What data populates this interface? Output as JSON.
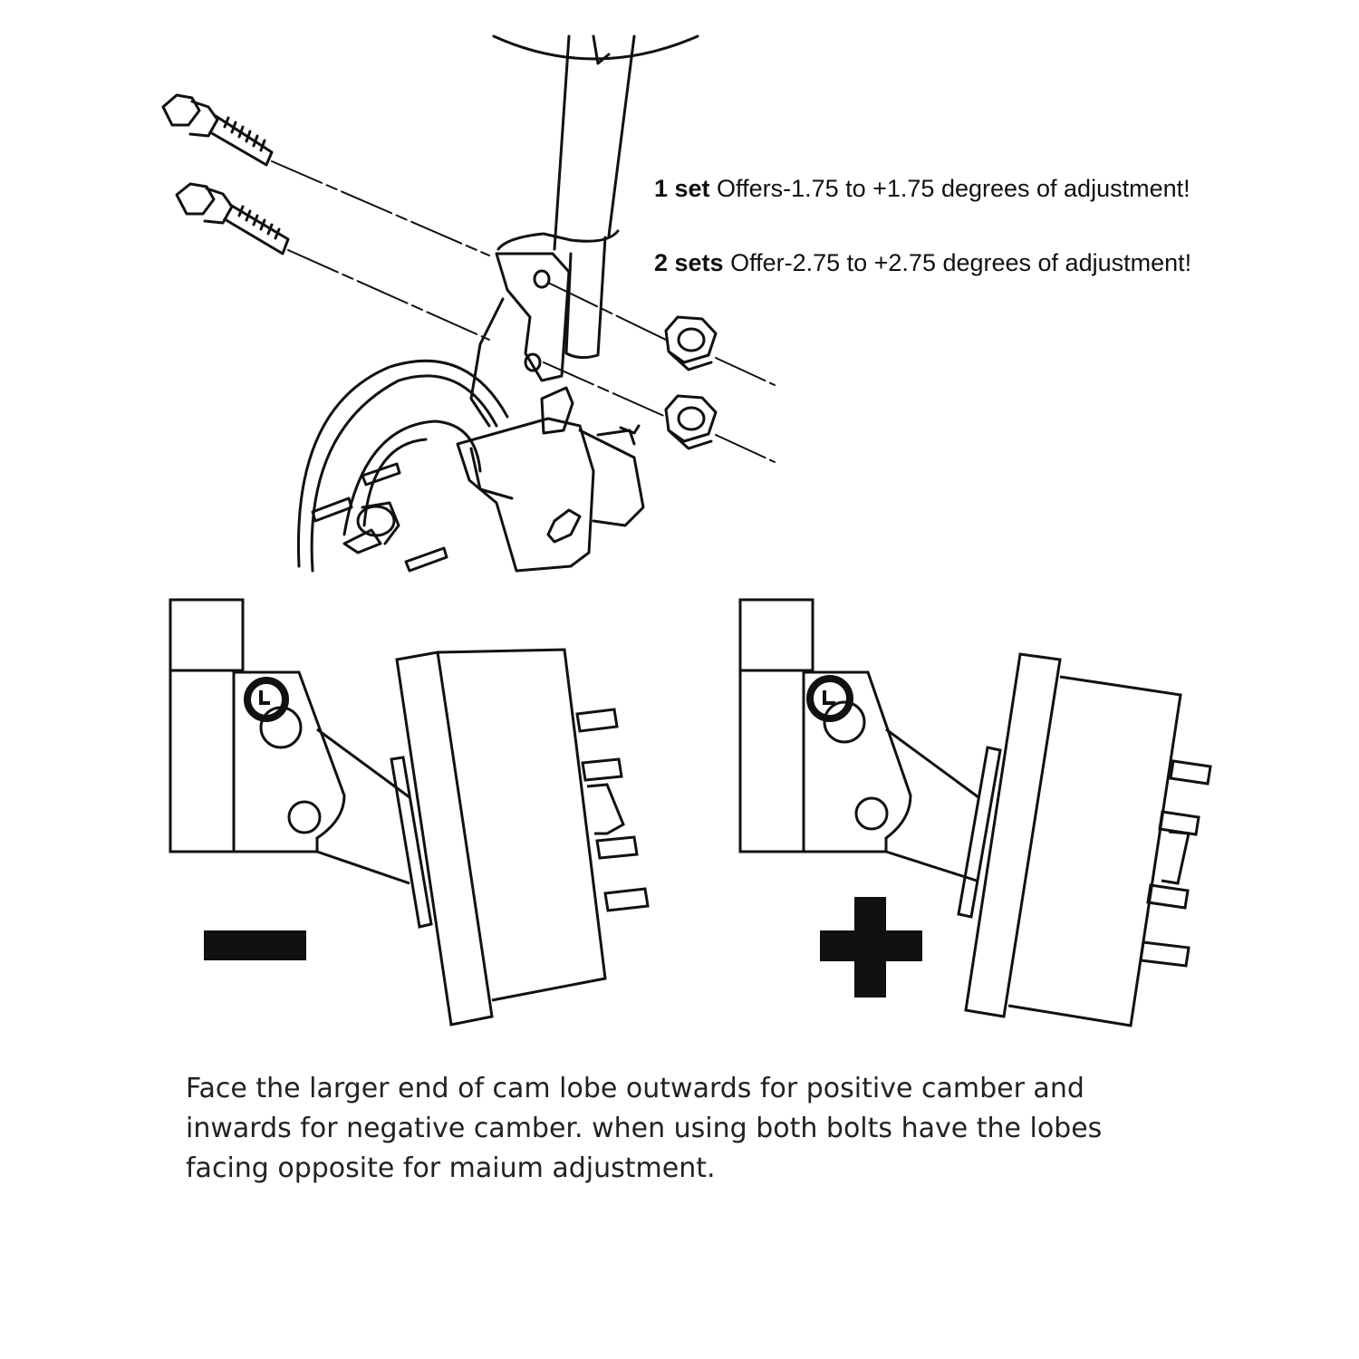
{
  "specs": [
    {
      "bold": "1 set",
      "text": " Offers-1.75 to +1.75 degrees of adjustment!"
    },
    {
      "bold": "2 sets",
      "text": " Offer-2.75 to +2.75 degrees of adjustment!"
    }
  ],
  "symbols": {
    "negative": "minus-sign",
    "positive": "plus-sign"
  },
  "caption": {
    "line1": "Face the larger end of cam lobe outwards for positive camber and",
    "line2": "inwards for negative camber. when using both bolts have the lobes",
    "line3": "facing opposite for maium adjustment."
  }
}
